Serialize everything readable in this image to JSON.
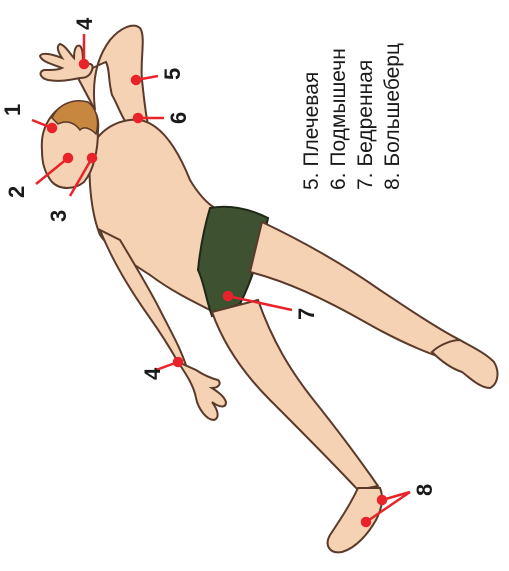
{
  "figure": {
    "markers": [
      {
        "id": "1",
        "label": "1"
      },
      {
        "id": "2",
        "label": "2"
      },
      {
        "id": "3",
        "label": "3"
      },
      {
        "id": "4a",
        "label": "4"
      },
      {
        "id": "4b",
        "label": "4"
      },
      {
        "id": "5",
        "label": "5"
      },
      {
        "id": "6",
        "label": "6"
      },
      {
        "id": "7",
        "label": "7"
      },
      {
        "id": "8",
        "label": "8"
      }
    ],
    "colors": {
      "skin": "#f6d2b4",
      "outline": "#5a3a2a",
      "shorts": "#3e5231",
      "hair": "#c8873e",
      "marker": "#e8232a"
    }
  },
  "legend": {
    "items": [
      {
        "text": "5. Плечевая"
      },
      {
        "text": "6. Подмышечн"
      },
      {
        "text": "7. Бедренная"
      },
      {
        "text": "8. Большеберц"
      }
    ]
  }
}
